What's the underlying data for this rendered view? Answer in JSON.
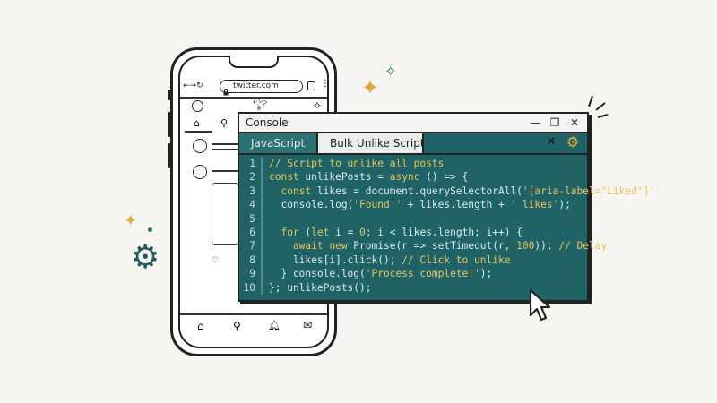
{
  "browser": {
    "url": "twitter.com"
  },
  "console": {
    "title": "Console",
    "tabs": [
      {
        "label": "JavaScript",
        "active": true
      },
      {
        "label": "Bulk Unlike Script",
        "active": false
      }
    ],
    "lines": [
      {
        "n": "1",
        "tokens": [
          {
            "t": "// Script to unlike all posts",
            "c": "cm"
          }
        ]
      },
      {
        "n": "2",
        "tokens": [
          {
            "t": "const ",
            "c": "kw"
          },
          {
            "t": "unlikePosts = ",
            "c": "id"
          },
          {
            "t": "async",
            "c": "kw"
          },
          {
            "t": " () => {",
            "c": "id"
          }
        ]
      },
      {
        "n": "3",
        "tokens": [
          {
            "t": "  const ",
            "c": "kw"
          },
          {
            "t": "likes = document.querySelectorAll(",
            "c": "id"
          },
          {
            "t": "'[aria-label=\"Liked\"]'",
            "c": "str"
          },
          {
            "t": ");",
            "c": "id"
          }
        ]
      },
      {
        "n": "4",
        "tokens": [
          {
            "t": "  console.log(",
            "c": "id"
          },
          {
            "t": "'Found '",
            "c": "str"
          },
          {
            "t": " + likes.length + ",
            "c": "id"
          },
          {
            "t": "' likes'",
            "c": "str"
          },
          {
            "t": ");",
            "c": "id"
          }
        ]
      },
      {
        "n": "5",
        "tokens": []
      },
      {
        "n": "6",
        "tokens": [
          {
            "t": "  for ",
            "c": "kw"
          },
          {
            "t": "(",
            "c": "id"
          },
          {
            "t": "let ",
            "c": "kw"
          },
          {
            "t": "i = ",
            "c": "id"
          },
          {
            "t": "0",
            "c": "str"
          },
          {
            "t": "; i < likes.length; i++) {",
            "c": "id"
          }
        ]
      },
      {
        "n": "7",
        "tokens": [
          {
            "t": "    await new ",
            "c": "kw"
          },
          {
            "t": "Promise(r => setTimeout(r, ",
            "c": "id"
          },
          {
            "t": "100",
            "c": "str"
          },
          {
            "t": ")); ",
            "c": "id"
          },
          {
            "t": "// Delay",
            "c": "cm"
          }
        ]
      },
      {
        "n": "8",
        "tokens": [
          {
            "t": "    likes[i].click(); ",
            "c": "id"
          },
          {
            "t": "// Click to unlike",
            "c": "cm"
          }
        ]
      },
      {
        "n": "9",
        "tokens": [
          {
            "t": "  } console.log(",
            "c": "id"
          },
          {
            "t": "'Process complete!'",
            "c": "str"
          },
          {
            "t": ");",
            "c": "id"
          }
        ]
      },
      {
        "n": "10",
        "tokens": [
          {
            "t": "}; unlikePosts();",
            "c": "id"
          }
        ]
      }
    ]
  },
  "icons": {
    "close": "✕",
    "restore": "❐",
    "minimize": "—",
    "settings": "⚙",
    "sparkle": "✦",
    "cursor": "arrow-cursor"
  },
  "colors": {
    "console_bg": "#1f6367",
    "accent": "#e8c45a",
    "gear": "#1f5a5c"
  }
}
